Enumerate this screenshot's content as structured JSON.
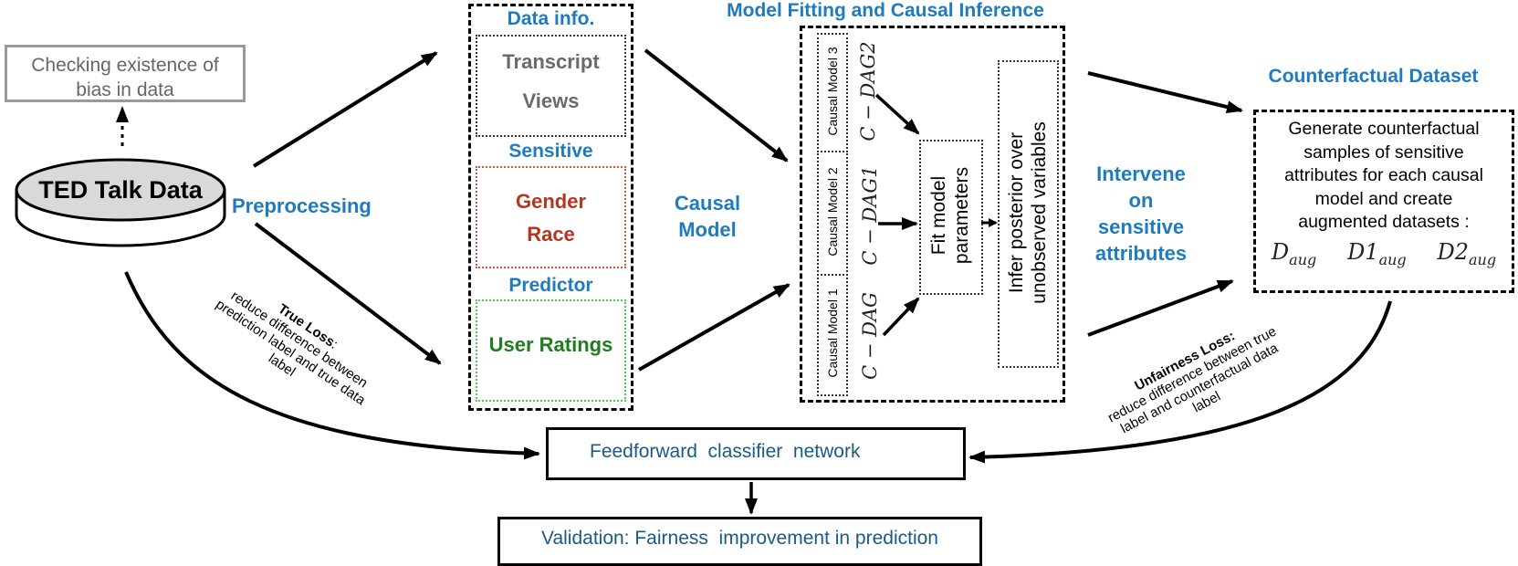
{
  "source": {
    "title": "TED Talk Data",
    "bias_check": [
      "Checking existence of",
      "bias in data"
    ]
  },
  "preprocessing_label": "Preprocessing",
  "data_info": {
    "header": "Data info.",
    "items": [
      "Transcript",
      "Views"
    ],
    "sensitive_header": "Sensitive",
    "sensitive_items": [
      "Gender",
      "Race"
    ],
    "predictor_header": "Predictor",
    "predictor_items": [
      "User Ratings"
    ]
  },
  "causal_model_label": [
    "Causal",
    "Model"
  ],
  "model_fitting": {
    "header": "Model Fitting and Causal Inference",
    "models": [
      {
        "name": "Causal Model 3",
        "dag": "C − DAG2"
      },
      {
        "name": "Causal Model 2",
        "dag": "C − DAG1"
      },
      {
        "name": "Causal Model 1",
        "dag": "C − DAG"
      }
    ],
    "fit_box": [
      "Fit model",
      "parameters"
    ],
    "infer_box": [
      "Infer posterior over",
      "unobserved variables"
    ]
  },
  "intervene_label": [
    "Intervene",
    "on",
    "sensitive",
    "attributes"
  ],
  "counterfactual": {
    "header": "Counterfactual Dataset",
    "text": [
      "Generate counterfactual",
      "samples of sensitive",
      "attributes for each causal",
      "model and create",
      "augmented datasets :"
    ],
    "datasets": [
      {
        "base": "D",
        "sub": "aug"
      },
      {
        "base": "D1",
        "sub": "aug"
      },
      {
        "base": "D2",
        "sub": "aug"
      }
    ]
  },
  "true_loss": {
    "title": "True Loss",
    "text": [
      "reduce difference between",
      "prediction label and true data",
      "label"
    ]
  },
  "unfairness_loss": {
    "title": "Unfairness Loss:",
    "text": [
      "reduce difference between true",
      "label and counterfactual data",
      "label"
    ]
  },
  "classifier_label": "Feedforward  classifier  network",
  "validation_label": "Validation: Fairness  improvement in prediction",
  "colors": {
    "heading_blue": "#1f7bbf",
    "sensitive_red": "#b5351f",
    "predictor_green": "#1e7d1e",
    "box_text_blue": "#1a5a86"
  }
}
